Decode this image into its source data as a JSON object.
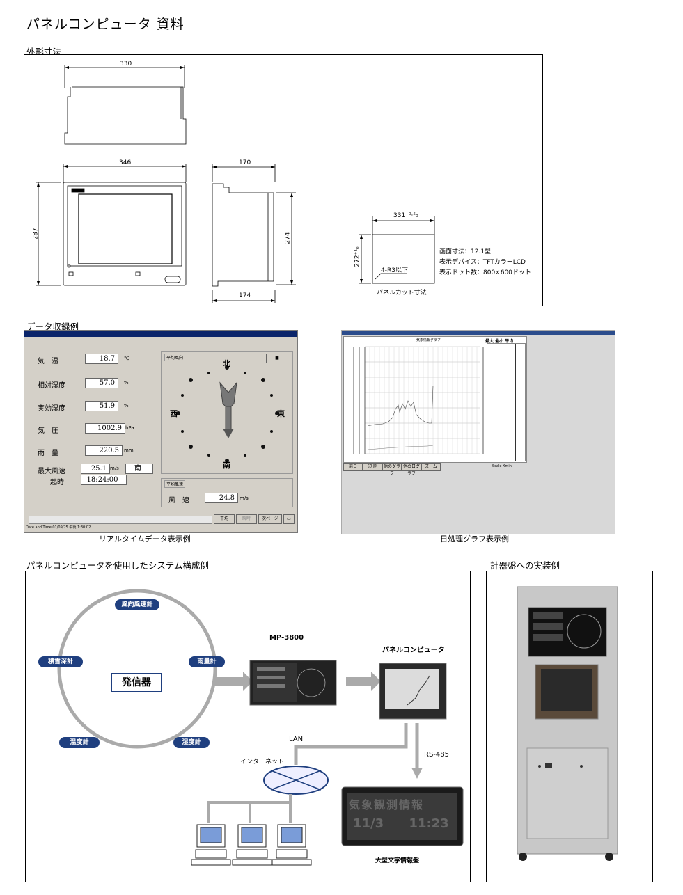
{
  "page": {
    "title": "パネルコンピュータ 資料"
  },
  "sections": {
    "dimensions": "外形寸法",
    "data_recording": "データ収録例",
    "system": "パネルコンピュータを使用したシステム構成例",
    "installation": "計器盤への実装例"
  },
  "drawing": {
    "dim_330": "330",
    "dim_346": "346",
    "dim_287": "287",
    "dim_170": "170",
    "dim_274": "274",
    "dim_174": "174",
    "dim_331": "331⁺⁰·⁵₀",
    "dim_272": "272⁺¹₀",
    "corner": "4-R3以下",
    "panel_cut": "パネルカット寸法",
    "spec_lines": [
      "画面寸法：12.1型",
      "表示デバイス：TFTカラーLCD",
      "表示ドット数：800×600ドット"
    ]
  },
  "realtime": {
    "caption": "リアルタイムデータ表示例",
    "rows": [
      {
        "label": "気　温",
        "value": "18.7",
        "unit": "℃"
      },
      {
        "label": "相対湿度",
        "value": "57.0",
        "unit": "%"
      },
      {
        "label": "実効湿度",
        "value": "51.9",
        "unit": "%"
      },
      {
        "label": "気　圧",
        "value": "1002.9",
        "unit": "hPa"
      },
      {
        "label": "雨　量",
        "value": "220.5",
        "unit": "mm"
      }
    ],
    "max_wind_label": "最大風速",
    "max_wind_value": "25.1",
    "max_wind_unit": "m/s",
    "max_wind_dir": "南",
    "time_label": "起時",
    "time_value": "18:24:00",
    "avg_dir_label": "平均風向",
    "avg_speed_label": "平均風速",
    "wind_label": "風　速",
    "wind_value": "24.8",
    "wind_unit": "m/s",
    "compass": {
      "n": "北",
      "e": "東",
      "s": "南",
      "w": "西"
    },
    "corner_btn": "■",
    "bottom_btns": [
      "平均",
      "瞬時",
      "次ページ"
    ],
    "status": "Date and Time 01/09/25 午後 1:30:02"
  },
  "graph": {
    "caption": "日処理グラフ表示例",
    "title": "気象情報グラフ",
    "tabs": [
      "前日",
      "印 刷",
      "他のグラフ",
      "他の日グラフ",
      "ズーム"
    ],
    "right_head": "最大 最小 平均",
    "footer": "Scale Xmin"
  },
  "system": {
    "center": "発信器",
    "nodes": [
      "風向風速計",
      "雨量計",
      "湿度計",
      "温度計",
      "積雪深計"
    ],
    "mp": "MP-3800",
    "panel": "パネルコンピュータ",
    "lan": "LAN",
    "internet": "インターネット",
    "rs485": "RS-485",
    "display": "大型文字情報盤",
    "display_text_top": "気象観測情報",
    "display_text_bottom": "11/3 11:23"
  }
}
